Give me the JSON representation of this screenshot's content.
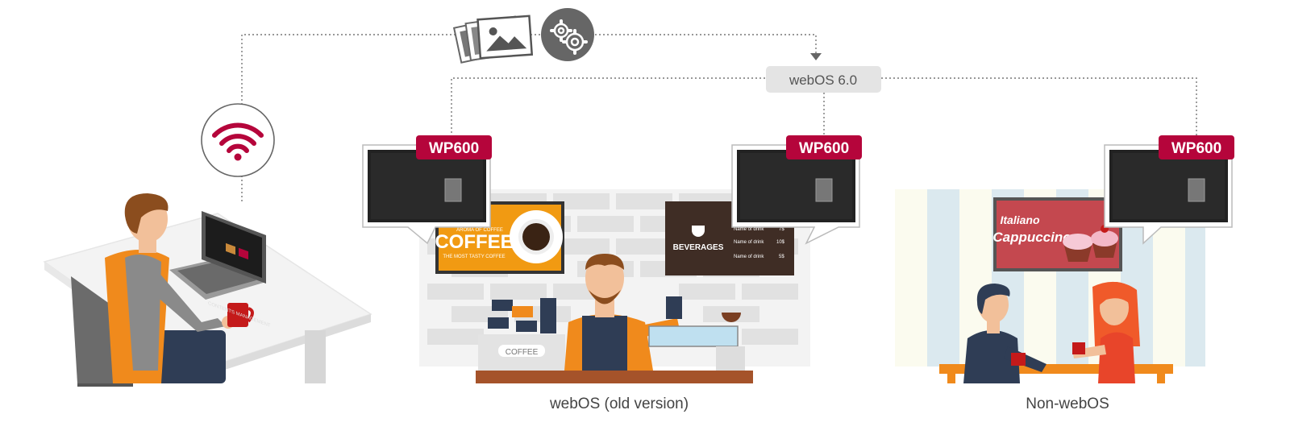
{
  "connection": {
    "software_badge": "webOS 6.0",
    "signage_model": "WP600"
  },
  "scenes": [
    {
      "caption": "webOS (old version)",
      "coffee_sign": {
        "top": "AROMA OF COFFEE",
        "title": "COFFEE",
        "bottom": "THE MOST TASTY COFFEE"
      },
      "beverage_sign": {
        "title": "BEVERAGES",
        "menu": [
          {
            "name": "Name of drink",
            "price": "7$"
          },
          {
            "name": "Name of drink",
            "price": "10$"
          },
          {
            "name": "Name of drink",
            "price": "5$"
          }
        ]
      },
      "machine_label": "COFFEE"
    },
    {
      "caption": "Non-webOS",
      "cafe_sign": {
        "line1": "Italiano",
        "line2": "Cappuccino"
      }
    }
  ],
  "laptop_screen": {
    "title": "CONTENTS MANAGEMENT"
  },
  "colors": {
    "brand": "#b5053b",
    "badge_bg": "#e4e4e4",
    "line": "#777777",
    "orange": "#f08a1c"
  },
  "icons": [
    "image-stack-icon",
    "gear-icon",
    "wifi-icon",
    "arrow-down-icon"
  ]
}
